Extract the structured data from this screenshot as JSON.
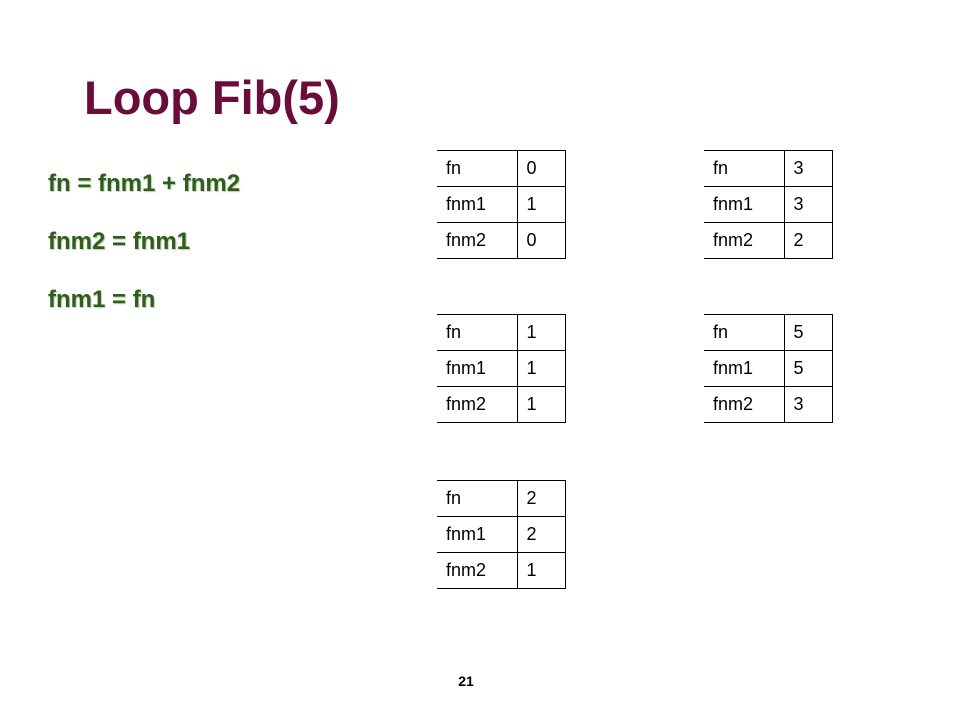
{
  "slide": {
    "title": "Loop Fib(5)",
    "page_number": "21"
  },
  "code": {
    "lines": [
      "fn = fnm1 + fnm2",
      "fnm2 = fnm1",
      "fnm1 = fn"
    ]
  },
  "tables": [
    {
      "rows": [
        {
          "name": "fn",
          "value": "0"
        },
        {
          "name": "fnm1",
          "value": "1"
        },
        {
          "name": "fnm2",
          "value": "0"
        }
      ]
    },
    {
      "rows": [
        {
          "name": "fn",
          "value": "1"
        },
        {
          "name": "fnm1",
          "value": "1"
        },
        {
          "name": "fnm2",
          "value": "1"
        }
      ]
    },
    {
      "rows": [
        {
          "name": "fn",
          "value": "2"
        },
        {
          "name": "fnm1",
          "value": "2"
        },
        {
          "name": "fnm2",
          "value": "1"
        }
      ]
    },
    {
      "rows": [
        {
          "name": "fn",
          "value": "3"
        },
        {
          "name": "fnm1",
          "value": "3"
        },
        {
          "name": "fnm2",
          "value": "2"
        }
      ]
    },
    {
      "rows": [
        {
          "name": "fn",
          "value": "5"
        },
        {
          "name": "fnm1",
          "value": "5"
        },
        {
          "name": "fnm2",
          "value": "3"
        }
      ]
    }
  ]
}
